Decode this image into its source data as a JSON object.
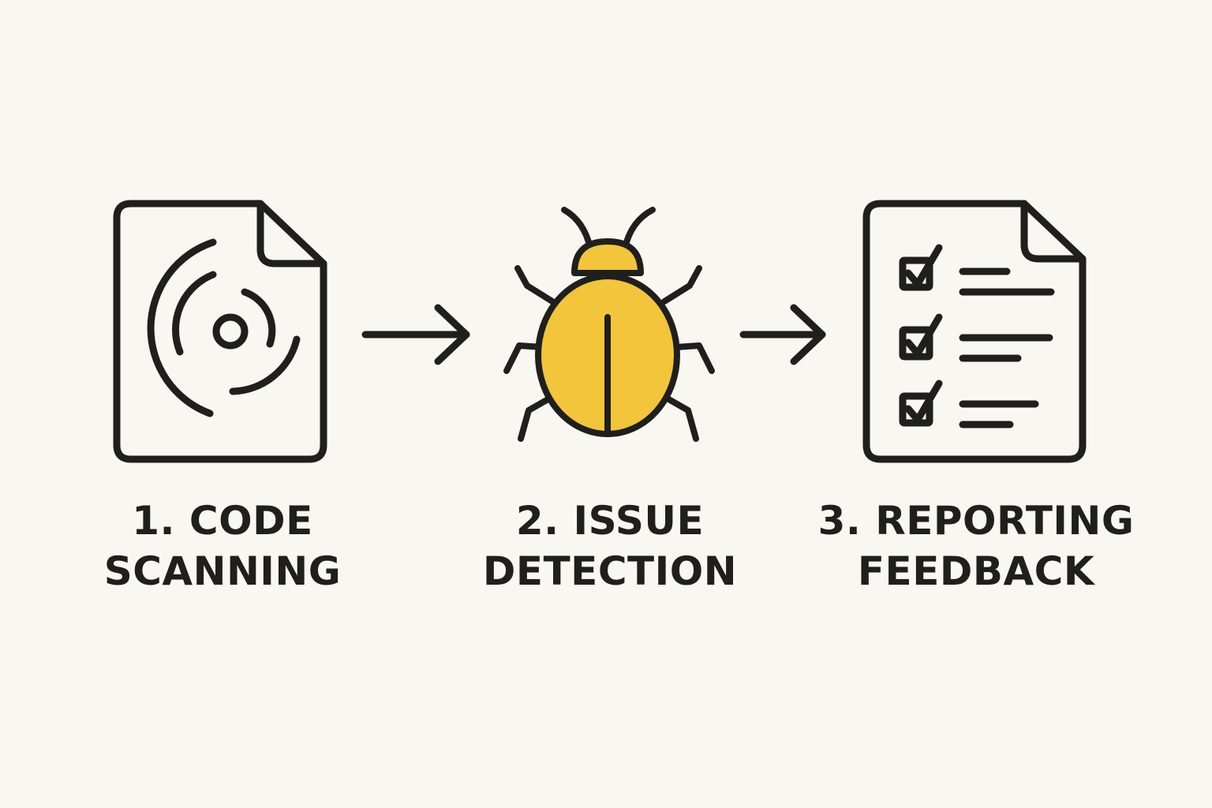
{
  "colors": {
    "background": "#f9f7f1",
    "ink": "#1f1f1d",
    "accent": "#f2c53a"
  },
  "steps": [
    {
      "icon": "scan-document-icon",
      "label_line1": "1. CODE",
      "label_line2": "SCANNING"
    },
    {
      "icon": "bug-icon",
      "label_line1": "2. ISSUE",
      "label_line2": "DETECTION"
    },
    {
      "icon": "checklist-document-icon",
      "label_line1": "3. REPORTING",
      "label_line2": "FEEDBACK"
    }
  ],
  "connectors": [
    {
      "icon": "arrow-right-icon"
    },
    {
      "icon": "arrow-right-icon"
    }
  ]
}
